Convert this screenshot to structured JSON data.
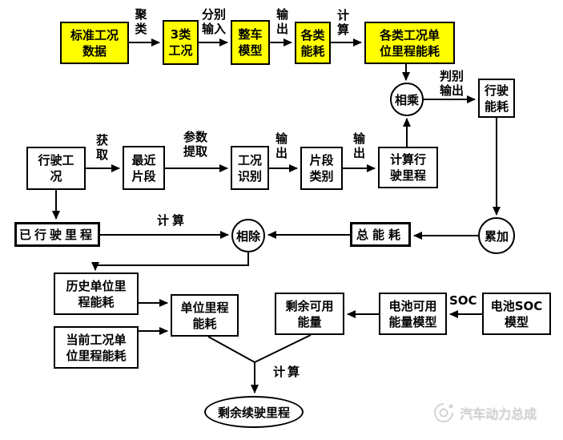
{
  "nodes": {
    "std_data": {
      "label": "标准工况数据",
      "highlighted": true
    },
    "three_cycles": {
      "label": "3类工况",
      "highlighted": true
    },
    "vehicle_model": {
      "label": "整车模型",
      "highlighted": true
    },
    "class_energy": {
      "label": "各类能耗",
      "highlighted": true
    },
    "class_unit_energy": {
      "label": "各类工况单位里程能耗",
      "highlighted": true
    },
    "drive_energy": {
      "label": "行驶能耗",
      "highlighted": false
    },
    "driving_cycle": {
      "label": "行驶工况",
      "highlighted": false
    },
    "recent_segment": {
      "label": "最近片段",
      "highlighted": false
    },
    "cycle_recognition": {
      "label": "工况识别",
      "highlighted": false
    },
    "segment_class": {
      "label": "片段类别",
      "highlighted": false
    },
    "calc_mileage": {
      "label": "计算行驶里程",
      "highlighted": false
    },
    "driven_mileage": {
      "label": "已行驶里程",
      "highlighted": false
    },
    "total_energy": {
      "label": "总能耗",
      "highlighted": false
    },
    "hist_unit_energy": {
      "label": "历史单位里程能耗",
      "highlighted": false
    },
    "cur_unit_energy": {
      "label": "当前工况单位里程能耗",
      "highlighted": false
    },
    "unit_energy": {
      "label": "单位里程能耗",
      "highlighted": false
    },
    "remaining_energy": {
      "label": "剩余可用能量",
      "highlighted": false
    },
    "battery_energy_model": {
      "label": "电池可用能量模型",
      "highlighted": false
    },
    "battery_soc_model": {
      "label": "电池SOC模型",
      "highlighted": false
    },
    "multiply": {
      "label": "相乘"
    },
    "divide": {
      "label": "相除"
    },
    "accumulate": {
      "label": "累加"
    },
    "remaining_range": {
      "label": "剩余续驶里程"
    }
  },
  "edge_labels": {
    "cluster": "聚类",
    "separate_input": "分别输入",
    "output_1": "输出",
    "calculate_1": "计算",
    "judge_output": "判别输出",
    "acquire": "获取",
    "param_extract": "参数提取",
    "output_2": "输出",
    "output_3": "输出",
    "calculate_2": "计算",
    "soc": "SOC",
    "calculate_3": "计算"
  },
  "watermark": {
    "text": "汽车动力总成"
  },
  "colors": {
    "highlight": "#ffff00",
    "line": "#000000",
    "box_background": "#ffffff",
    "watermark": "#d2d2d2"
  }
}
